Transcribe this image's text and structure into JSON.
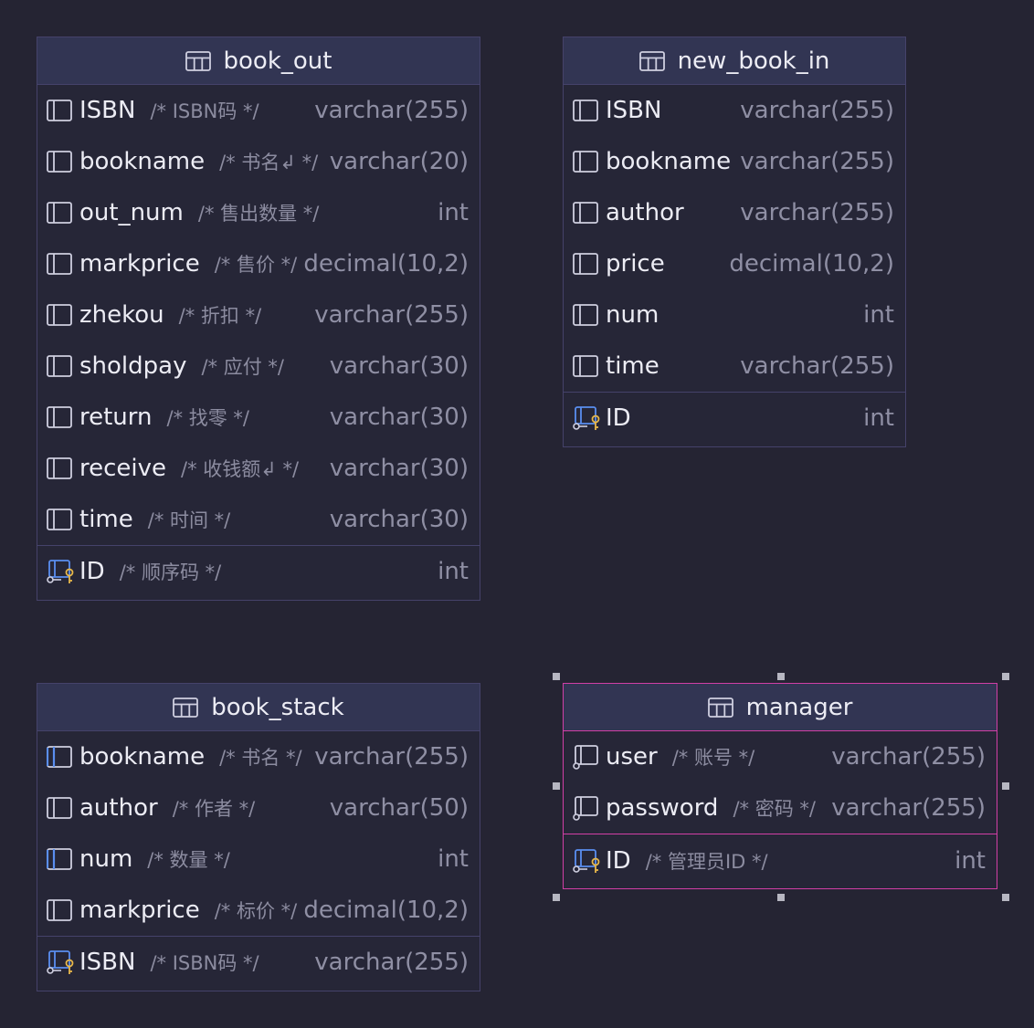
{
  "tables": [
    {
      "name": "book_out",
      "columns": [
        {
          "name": "ISBN",
          "comment": "/* ISBN码 */",
          "type": "varchar(255)"
        },
        {
          "name": "bookname",
          "comment": "/* 书名↲ */",
          "type": "varchar(20)"
        },
        {
          "name": "out_num",
          "comment": "/* 售出数量 */",
          "type": "int"
        },
        {
          "name": "markprice",
          "comment": "/* 售价 */",
          "type": "decimal(10,2)"
        },
        {
          "name": "zhekou",
          "comment": "/* 折扣 */",
          "type": "varchar(255)"
        },
        {
          "name": "sholdpay",
          "comment": "/* 应付 */",
          "type": "varchar(30)"
        },
        {
          "name": "return",
          "comment": "/* 找零 */",
          "type": "varchar(30)"
        },
        {
          "name": "receive",
          "comment": "/* 收钱额↲ */",
          "type": "varchar(30)"
        },
        {
          "name": "time",
          "comment": "/* 时间 */",
          "type": "varchar(30)"
        }
      ],
      "primary_key": {
        "name": "ID",
        "comment": "/* 顺序码 */",
        "type": "int"
      }
    },
    {
      "name": "new_book_in",
      "columns": [
        {
          "name": "ISBN",
          "comment": "",
          "type": "varchar(255)"
        },
        {
          "name": "bookname",
          "comment": "",
          "type": "varchar(255)"
        },
        {
          "name": "author",
          "comment": "",
          "type": "varchar(255)"
        },
        {
          "name": "price",
          "comment": "",
          "type": "decimal(10,2)"
        },
        {
          "name": "num",
          "comment": "",
          "type": "int"
        },
        {
          "name": "time",
          "comment": "",
          "type": "varchar(255)"
        }
      ],
      "primary_key": {
        "name": "ID",
        "comment": "",
        "type": "int"
      }
    },
    {
      "name": "book_stack",
      "columns": [
        {
          "name": "bookname",
          "comment": "/* 书名 */",
          "type": "varchar(255)",
          "icon": "column-fk-icon"
        },
        {
          "name": "author",
          "comment": "/* 作者 */",
          "type": "varchar(50)"
        },
        {
          "name": "num",
          "comment": "/* 数量 */",
          "type": "int",
          "icon": "column-fk-icon"
        },
        {
          "name": "markprice",
          "comment": "/* 标价 */",
          "type": "decimal(10,2)"
        }
      ],
      "primary_key": {
        "name": "ISBN",
        "comment": "/* ISBN码 */",
        "type": "varchar(255)"
      }
    },
    {
      "name": "manager",
      "selected": true,
      "columns": [
        {
          "name": "user",
          "comment": "/* 账号 */",
          "type": "varchar(255)",
          "icon": "column-notnull-icon"
        },
        {
          "name": "password",
          "comment": "/* 密码 */",
          "type": "varchar(255)",
          "icon": "column-notnull-icon"
        }
      ],
      "primary_key": {
        "name": "ID",
        "comment": "/* 管理员ID */",
        "type": "int"
      }
    }
  ],
  "colors": {
    "background": "#252433",
    "header": "#323553",
    "border": "#45426a",
    "selection": "#d13fa6",
    "key": "#e8b84a",
    "link": "#5a8ef0"
  }
}
